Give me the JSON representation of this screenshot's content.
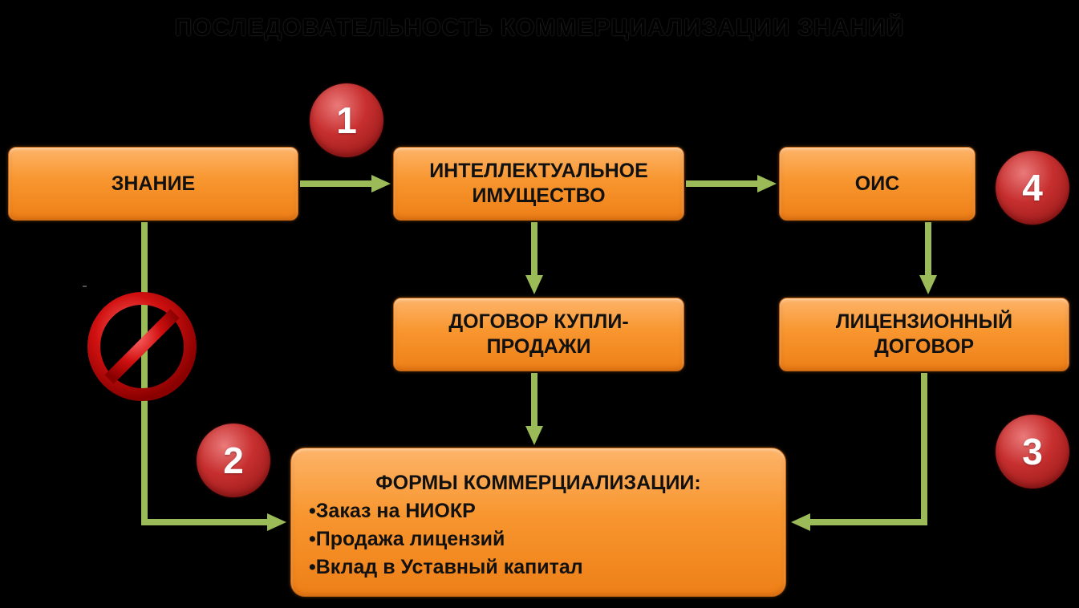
{
  "title": "ПОСЛЕДОВАТЕЛЬНОСТЬ КОММЕРЦИАЛИЗАЦИИ ЗНАНИЙ",
  "nodes": {
    "znanie": "ЗНАНИЕ",
    "intellectual_property": "ИНТЕЛЛЕКТУАЛЬНОЕ ИМУЩЕСТВО",
    "ois": "ОИС",
    "sale_contract": "ДОГОВОР КУПЛИ-ПРОДАЖИ",
    "license_contract": "ЛИЦЕНЗИОННЫЙ ДОГОВОР",
    "forms": {
      "heading": "ФОРМЫ КОММЕРЦИАЛИЗАЦИИ:",
      "items": [
        "•Заказ на НИОКР",
        "•Продажа лицензий",
        "•Вклад в Уставный капитал"
      ]
    }
  },
  "badges": [
    "1",
    "2",
    "3",
    "4"
  ],
  "colors": {
    "background": "#000000",
    "box_fill": "#f8962f",
    "box_border": "#c4620c",
    "connector": "#9bbb59",
    "badge_fill": "#c72f2f",
    "prohibit_red": "#c00000"
  },
  "icons": {
    "prohibition": "prohibit-icon"
  }
}
